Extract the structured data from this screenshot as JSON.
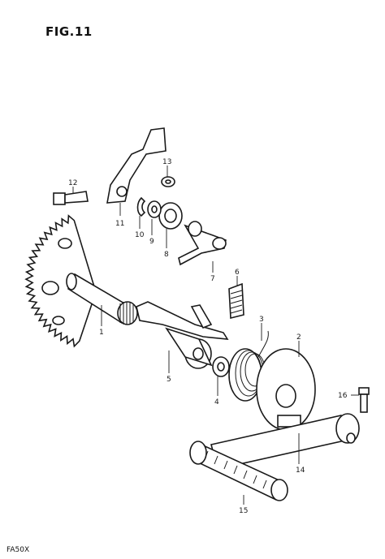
{
  "figure": {
    "title": "FIG.11",
    "model": "FA50X"
  },
  "callouts": [
    {
      "id": "c1",
      "label": "1"
    },
    {
      "id": "c2",
      "label": "2"
    },
    {
      "id": "c3",
      "label": "3"
    },
    {
      "id": "c4",
      "label": "4"
    },
    {
      "id": "c5",
      "label": "5"
    },
    {
      "id": "c6",
      "label": "6"
    },
    {
      "id": "c7",
      "label": "7"
    },
    {
      "id": "c8",
      "label": "8"
    },
    {
      "id": "c9",
      "label": "9"
    },
    {
      "id": "c10",
      "label": "10"
    },
    {
      "id": "c11",
      "label": "11"
    },
    {
      "id": "c12",
      "label": "12"
    },
    {
      "id": "c13",
      "label": "13"
    },
    {
      "id": "c14",
      "label": "14"
    },
    {
      "id": "c15",
      "label": "15"
    },
    {
      "id": "c16",
      "label": "16"
    }
  ],
  "colors": {
    "ink": "#1a1a1a",
    "paper": "#ffffff"
  }
}
